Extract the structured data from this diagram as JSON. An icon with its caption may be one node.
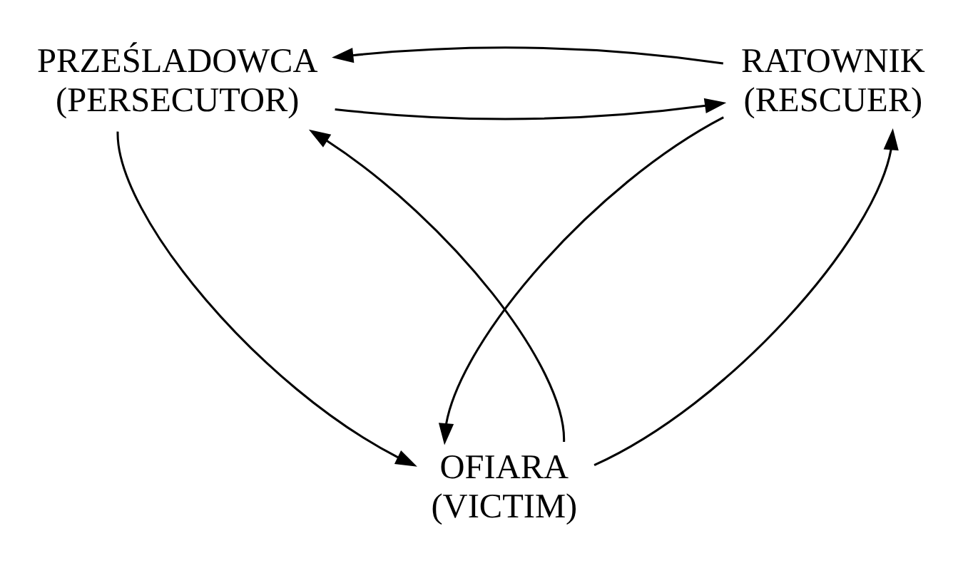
{
  "diagram": {
    "nodes": [
      {
        "text": [
          "PRZEŚLADOWCA",
          "(PERSECUTOR)"
        ]
      },
      {
        "text": [
          "RATOWNIK",
          "(RESCUER)"
        ]
      },
      {
        "text": [
          "OFIARA",
          "(VICTIM)"
        ]
      }
    ],
    "edges": [
      {
        "from": 0,
        "to": 1,
        "arrow": "to"
      },
      {
        "from": 1,
        "to": 0,
        "arrow": "to"
      },
      {
        "from": 0,
        "to": 2,
        "arrow": "to"
      },
      {
        "from": 2,
        "to": 0,
        "arrow": "to"
      },
      {
        "from": 2,
        "to": 1,
        "arrow": "to"
      },
      {
        "from": 1,
        "to": 2,
        "arrow": "to"
      }
    ]
  }
}
